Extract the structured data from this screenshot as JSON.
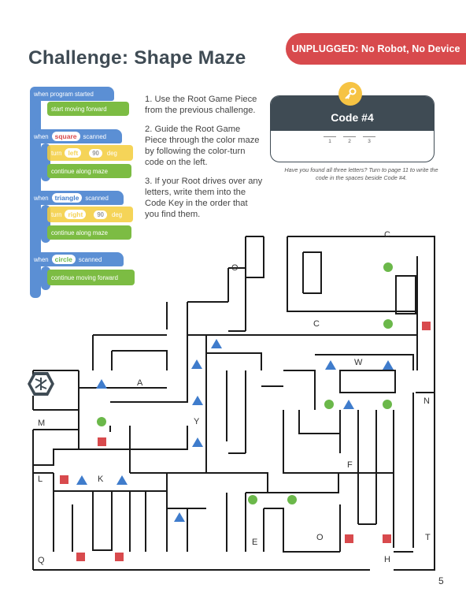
{
  "banner": {
    "text": "UNPLUGGED: No Robot, No Device"
  },
  "title": "Challenge: Shape Maze",
  "blocks": {
    "start": "when program started",
    "start_move": "start moving forward",
    "when1": "when",
    "square": "square",
    "scanned1": "scanned",
    "turn1": "turn",
    "left": "left",
    "deg1_val": "90",
    "deg1": "deg",
    "continue_maze": "continue along maze",
    "when2": "when",
    "triangle": "triangle",
    "scanned2": "scanned",
    "turn2": "turn",
    "right": "right",
    "deg2_val": "90",
    "deg2": "deg",
    "continue_maze2": "continue along maze",
    "when3": "when",
    "circle": "circle",
    "scanned3": "scanned",
    "continue_forward": "continue moving forward"
  },
  "instructions": [
    "1. Use the Root Game Piece from the previous challenge.",
    "2. Guide the Root Game Piece through the color maze by following the color-turn code on the left.",
    "3. If your Root drives over any letters, write them into the Code Key in the order that you find them."
  ],
  "code_card": {
    "title": "Code #4",
    "slots": [
      "1",
      "2",
      "3"
    ],
    "note": "Have you found all three letters? Turn to page 11 to write the code in the spaces beside Code #4."
  },
  "maze_letters": {
    "c1": "C",
    "o1": "O",
    "c2": "C",
    "w": "W",
    "n": "N",
    "a": "A",
    "m": "M",
    "y": "Y",
    "f": "F",
    "l": "L",
    "k": "K",
    "e": "E",
    "o2": "O",
    "t": "T",
    "q": "Q",
    "h": "H"
  },
  "page_number": "5",
  "colors": {
    "banner": "#d84a4d",
    "square": "#d84a4d",
    "triangle": "#3f7ccc",
    "circle": "#6bb84a",
    "ink": "#3f4b54"
  },
  "icons": {
    "root": "root-robot-icon",
    "key": "key-icon"
  }
}
